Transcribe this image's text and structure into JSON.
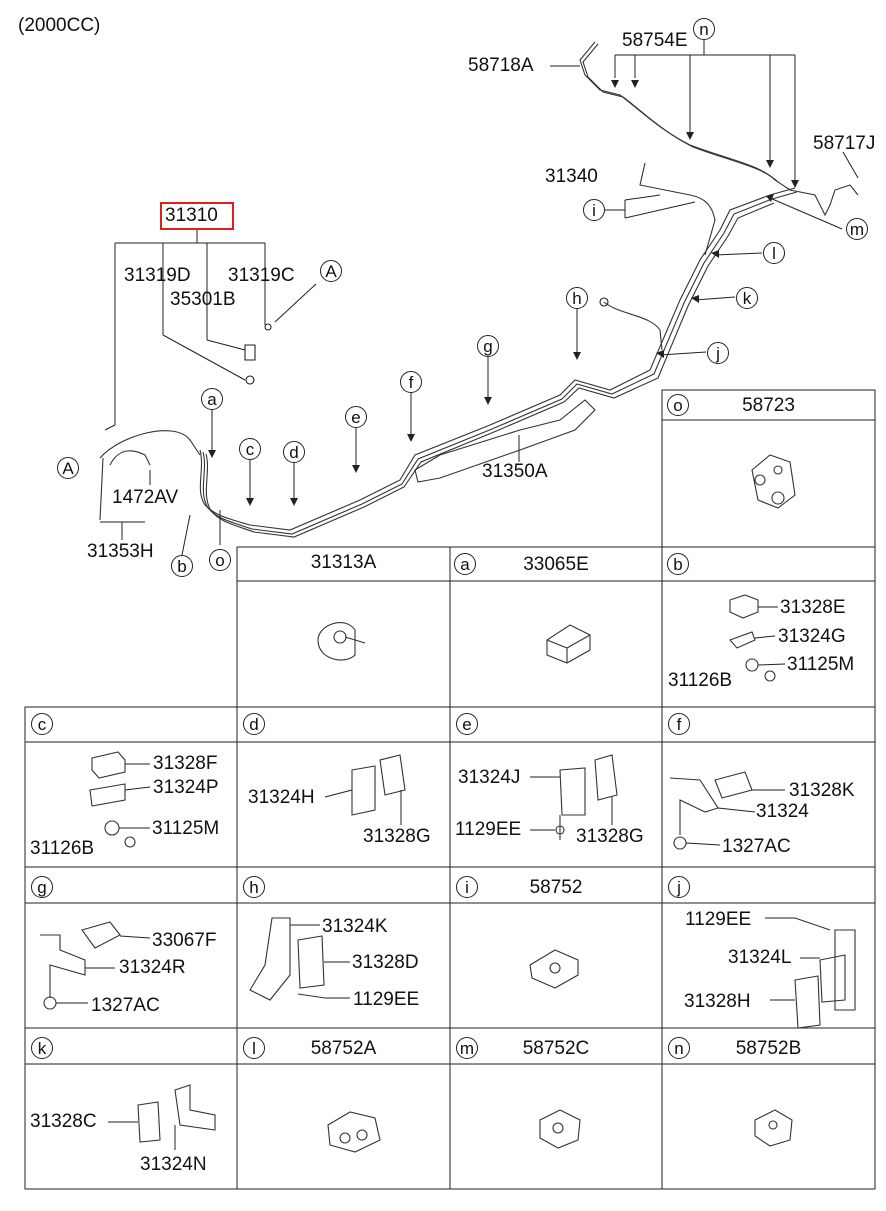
{
  "header": {
    "variant": "(2000CC)"
  },
  "main": {
    "highlighted_part": "31310",
    "labels": {
      "p58754E": "58754E",
      "p58718A": "58718A",
      "p58717J": "58717J",
      "p31340": "31340",
      "p31319D": "31319D",
      "p31319C": "31319C",
      "p35301B": "35301B",
      "p1472AV": "1472AV",
      "p31353H": "31353H",
      "p31350A": "31350A"
    },
    "callouts": {
      "n": "n",
      "m": "m",
      "l": "l",
      "k": "k",
      "j": "j",
      "i": "i",
      "h": "h",
      "g": "g",
      "f": "f",
      "e": "e",
      "d": "d",
      "c": "c",
      "a": "a",
      "b": "b",
      "o": "o",
      "A1": "A",
      "A2": "A"
    }
  },
  "cells": [
    {
      "key": "o",
      "code": "o",
      "title": "58723",
      "parts": []
    },
    {
      "key": "31313A",
      "code": "",
      "title": "31313A",
      "parts": []
    },
    {
      "key": "a",
      "code": "a",
      "title": "33065E",
      "parts": []
    },
    {
      "key": "b",
      "code": "b",
      "title": "",
      "parts": [
        "31328E",
        "31324G",
        "31125M",
        "31126B"
      ]
    },
    {
      "key": "c",
      "code": "c",
      "title": "",
      "parts": [
        "31328F",
        "31324P",
        "31125M",
        "31126B"
      ]
    },
    {
      "key": "d",
      "code": "d",
      "title": "",
      "parts": [
        "31324H",
        "31328G"
      ]
    },
    {
      "key": "e",
      "code": "e",
      "title": "",
      "parts": [
        "31324J",
        "1129EE",
        "31328G"
      ]
    },
    {
      "key": "f",
      "code": "f",
      "title": "",
      "parts": [
        "31328K",
        "31324",
        "1327AC"
      ]
    },
    {
      "key": "g",
      "code": "g",
      "title": "",
      "parts": [
        "33067F",
        "31324R",
        "1327AC"
      ]
    },
    {
      "key": "h",
      "code": "h",
      "title": "",
      "parts": [
        "31324K",
        "31328D",
        "1129EE"
      ]
    },
    {
      "key": "i",
      "code": "i",
      "title": "58752",
      "parts": []
    },
    {
      "key": "j",
      "code": "j",
      "title": "",
      "parts": [
        "1129EE",
        "31324L",
        "31328H"
      ]
    },
    {
      "key": "k",
      "code": "k",
      "title": "",
      "parts": [
        "31328C",
        "31324N"
      ]
    },
    {
      "key": "l",
      "code": "l",
      "title": "58752A",
      "parts": []
    },
    {
      "key": "m",
      "code": "m",
      "title": "58752C",
      "parts": []
    },
    {
      "key": "n",
      "code": "n",
      "title": "58752B",
      "parts": []
    }
  ],
  "colors": {
    "highlight": "#e02020",
    "line": "#222222"
  }
}
